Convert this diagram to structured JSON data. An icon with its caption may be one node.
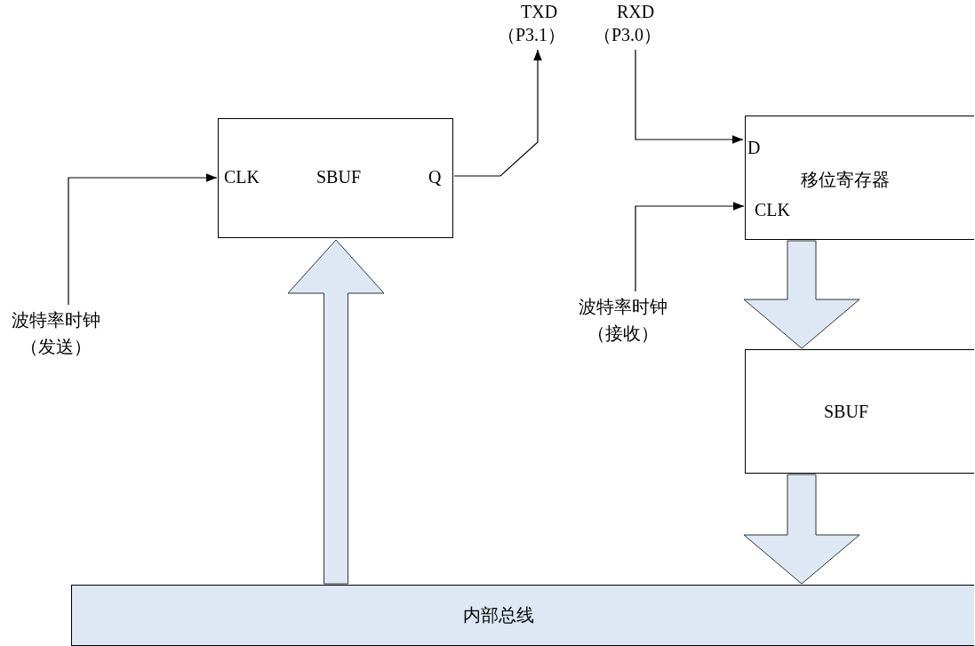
{
  "diagram": {
    "nodes": [
      {
        "text": [
          "CLK",
          "SBUF",
          "Q"
        ]
      },
      {
        "text": [
          "TXD",
          "（P3.1）"
        ]
      },
      {
        "text": [
          "RXD",
          "（P3.0）"
        ]
      },
      {
        "text": [
          "D",
          "移位寄存器",
          "CLK"
        ]
      },
      {
        "text": [
          "波特率时钟（发送）"
        ]
      },
      {
        "text": [
          "波特率时钟（接收）"
        ]
      },
      {
        "text": [
          "SBUF"
        ]
      },
      {
        "text": [
          "内部总线"
        ]
      }
    ],
    "edges": [
      {
        "from": 0,
        "to": 1,
        "arrow": "to"
      },
      {
        "from": 2,
        "to": 3,
        "arrow": "to"
      },
      {
        "from": 4,
        "to": 0,
        "arrow": "to"
      },
      {
        "from": 5,
        "to": 3,
        "arrow": "to"
      },
      {
        "from": 7,
        "to": 0,
        "arrow": "to",
        "style": "thick",
        "color": "#dde8f4"
      },
      {
        "from": 3,
        "to": 6,
        "arrow": "to",
        "style": "thick",
        "color": "#dde8f4"
      },
      {
        "from": 6,
        "to": 7,
        "arrow": "to",
        "style": "thick",
        "color": "#dde8f4"
      }
    ]
  }
}
